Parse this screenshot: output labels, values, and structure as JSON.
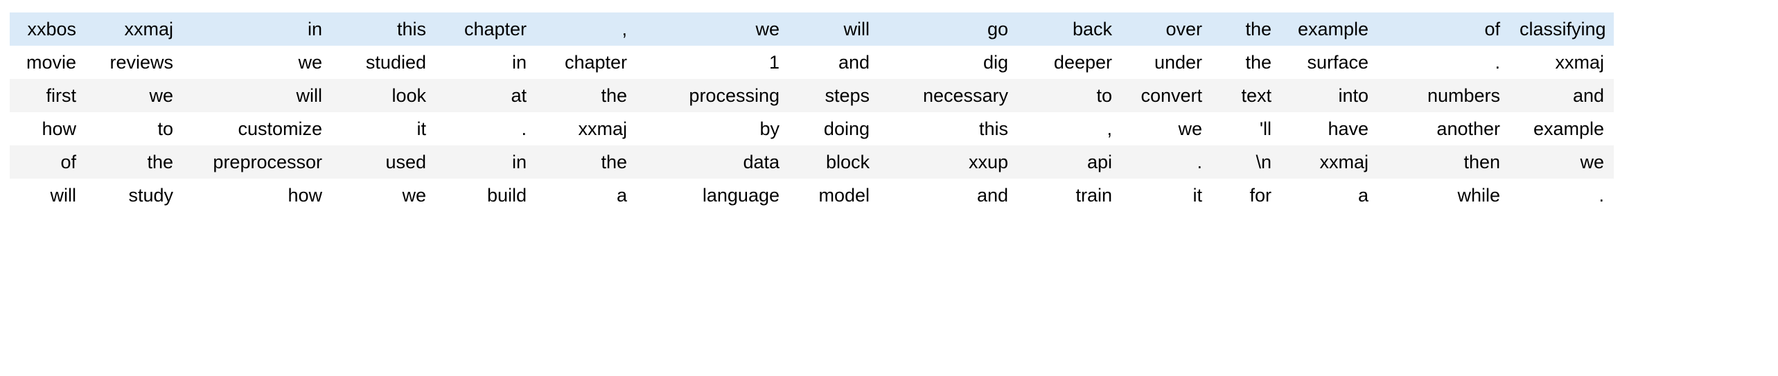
{
  "table": {
    "kind": "tokenized-text-grid",
    "columns": 16,
    "row_count": 6,
    "colors": {
      "page_background": "#ffffff",
      "highlight_row": "#daeaf8",
      "stripe_row": "#f4f4f4",
      "plain_row": "#ffffff",
      "text": "#000000"
    },
    "rows": [
      {
        "style": "highlight",
        "cells": [
          "xxbos",
          "xxmaj",
          "in",
          "this",
          "chapter",
          ",",
          "we",
          "will",
          "go",
          "back",
          "over",
          "the",
          "example",
          "of",
          "classifying"
        ]
      },
      {
        "style": "plain",
        "cells": [
          "movie",
          "reviews",
          "we",
          "studied",
          "in",
          "chapter",
          "1",
          "and",
          "dig",
          "deeper",
          "under",
          "the",
          "surface",
          ".",
          "xxmaj"
        ]
      },
      {
        "style": "stripe",
        "cells": [
          "first",
          "we",
          "will",
          "look",
          "at",
          "the",
          "processing",
          "steps",
          "necessary",
          "to",
          "convert",
          "text",
          "into",
          "numbers",
          "and"
        ]
      },
      {
        "style": "plain",
        "cells": [
          "how",
          "to",
          "customize",
          "it",
          ".",
          "xxmaj",
          "by",
          "doing",
          "this",
          ",",
          "we",
          "'ll",
          "have",
          "another",
          "example"
        ]
      },
      {
        "style": "stripe",
        "cells": [
          "of",
          "the",
          "preprocessor",
          "used",
          "in",
          "the",
          "data",
          "block",
          "xxup",
          "api",
          ".",
          "\\n",
          "xxmaj",
          "then",
          "we"
        ]
      },
      {
        "style": "plain",
        "cells": [
          "will",
          "study",
          "how",
          "we",
          "build",
          "a",
          "language",
          "model",
          "and",
          "train",
          "it",
          "for",
          "a",
          "while",
          "."
        ]
      }
    ],
    "grid": [
      [
        "xxbos",
        "xxmaj",
        "in",
        "this",
        "chapter",
        ",",
        "we",
        "will",
        "go",
        "back",
        "over",
        "the",
        "example",
        "of",
        "classifying",
        ""
      ],
      [
        "movie",
        "reviews",
        "we",
        "studied",
        "in",
        "chapter",
        "1",
        "and",
        "dig",
        "deeper",
        "under",
        "the",
        "surface",
        ".",
        "xxmaj",
        ""
      ],
      [
        "first",
        "we",
        "will",
        "look",
        "at",
        "the",
        "processing",
        "steps",
        "necessary",
        "to",
        "convert",
        "text",
        "into",
        "numbers",
        "and",
        ""
      ],
      [
        "how",
        "to",
        "customize",
        "it",
        ".",
        "xxmaj",
        "by",
        "doing",
        "this",
        ",",
        "we",
        "'ll",
        "have",
        "another",
        "example",
        ""
      ],
      [
        "of",
        "the",
        "preprocessor",
        "used",
        "in",
        "the",
        "data",
        "block",
        "xxup",
        "api",
        ".",
        "\\n",
        "xxmaj",
        "then",
        "we",
        ""
      ],
      [
        "will",
        "study",
        "how",
        "we",
        "build",
        "a",
        "language",
        "model",
        "and",
        "train",
        "it",
        "for",
        "a",
        "while",
        ".",
        ""
      ]
    ]
  }
}
